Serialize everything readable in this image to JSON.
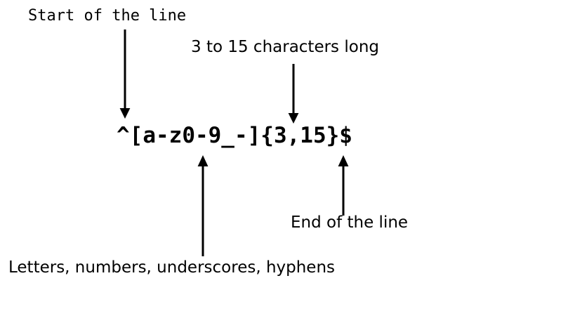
{
  "diagram": {
    "type": "regex-annotation",
    "background_color": "#ffffff",
    "ink_color": "#000000",
    "expression": "^[a-z0-9_-]{3,15}$",
    "annotations": [
      {
        "id": "start-of-line",
        "label": "Start of the line",
        "targets": "^",
        "arrow_direction": "down",
        "font": "monospace"
      },
      {
        "id": "length",
        "label": "3 to 15 characters long",
        "targets": "{3,15}",
        "arrow_direction": "down",
        "font": "sans-serif"
      },
      {
        "id": "charclass",
        "label": "Letters, numbers, underscores, hyphens",
        "targets": "[a-z0-9_-]",
        "arrow_direction": "up",
        "font": "sans-serif"
      },
      {
        "id": "end-of-line",
        "label": "End of the line",
        "targets": "$",
        "arrow_direction": "up",
        "font": "sans-serif"
      }
    ],
    "clipped_edge_glyph": ","
  }
}
